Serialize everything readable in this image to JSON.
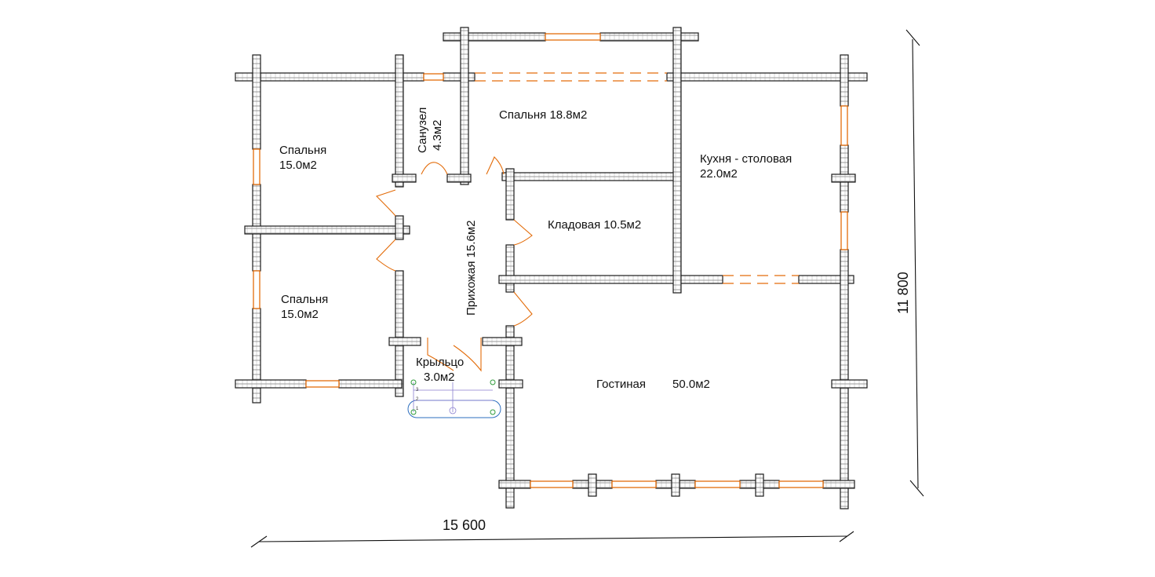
{
  "plan": {
    "rooms": [
      {
        "id": "bedroom-nw",
        "name": "Спальня",
        "area": "15.0м2"
      },
      {
        "id": "bathroom",
        "name": "Санузел",
        "area": "4.3м2"
      },
      {
        "id": "bedroom-north",
        "name": "Спальня 18.8м2",
        "area": ""
      },
      {
        "id": "kitchen",
        "name": "Кухня - столовая",
        "area": "22.0м2"
      },
      {
        "id": "storage",
        "name": "Кладовая 10.5м2",
        "area": ""
      },
      {
        "id": "hallway",
        "name": "Прихожая 15.6м2",
        "area": ""
      },
      {
        "id": "bedroom-sw",
        "name": "Спальня",
        "area": "15.0м2"
      },
      {
        "id": "porch",
        "name": "Крыльцо",
        "area": "3.0м2"
      },
      {
        "id": "living",
        "name": "Гостиная",
        "area": "50.0м2"
      }
    ],
    "dimensions": {
      "width": "15 600",
      "height": "11 800"
    },
    "colors": {
      "wall": "#1a1a1a",
      "opening": "#e36c0a",
      "stair_outline": "#2e6fbf",
      "stair_nodes": "#2e9b3a"
    },
    "stair_step_marks": [
      "3",
      "2",
      "1"
    ]
  }
}
